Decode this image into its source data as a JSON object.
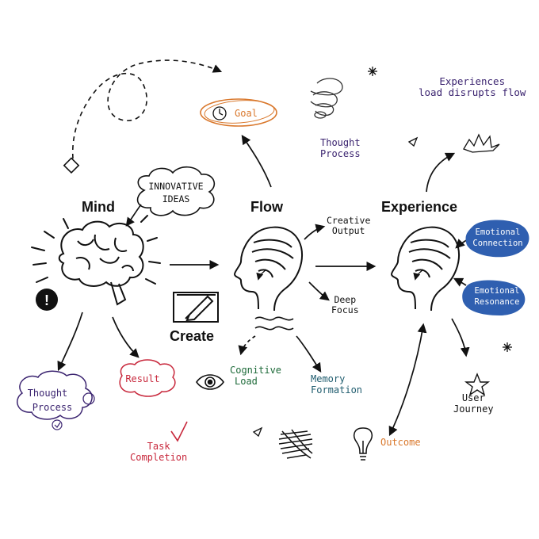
{
  "headings": {
    "mind": "Mind",
    "flow": "Flow",
    "experience": "Experience",
    "create": "Create"
  },
  "labels": {
    "goal": "Goal",
    "innovative_ideas_1": "INNOVATIVE",
    "innovative_ideas_2": "IDEAS",
    "thought_process_top_1": "Thought",
    "thought_process_top_2": "Process",
    "experiences_load_1": "Experiences",
    "experiences_load_2": "load disrupts flow",
    "creative_output_1": "Creative",
    "creative_output_2": "Output",
    "deep_focus_1": "Deep",
    "deep_focus_2": "Focus",
    "emotional_connection_1": "Emotional",
    "emotional_connection_2": "Connection",
    "emotional_resonance_1": "Emotional",
    "emotional_resonance_2": "Resonance",
    "thought_process_left_1": "Thought",
    "thought_process_left_2": "Process",
    "result": "Result",
    "cognitive_load_1": "Cognitive",
    "cognitive_load_2": "Load",
    "memory_formation_1": "Memory",
    "memory_formation_2": "Formation",
    "user_journey_1": "User",
    "user_journey_2": "Journey",
    "task_completion_1": "Task",
    "task_completion_2": "Completion",
    "outcome": "Outcome",
    "exclamation": "!"
  },
  "colors": {
    "ink": "#111111",
    "goal": "#d9772b",
    "purple": "#3b2470",
    "red": "#c8283c",
    "green": "#1e6b3a",
    "teal": "#1f5c6e",
    "blue": "#2f5fb0",
    "orange": "#d9772b"
  }
}
